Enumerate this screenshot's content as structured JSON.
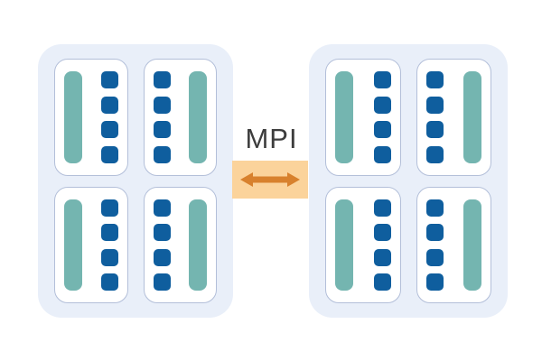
{
  "labels": {
    "mpi": "MPI"
  },
  "colors": {
    "page_bg": "#ffffff",
    "node_bg": "#e9eff9",
    "card_bg": "#ffffff",
    "card_border": "#b3bfd9",
    "accelerator_bar": "#74b5b0",
    "core_square": "#0f5e9e",
    "link_bg": "#fbd39b",
    "arrow": "#d8812d",
    "label_text": "#3d3d3d"
  },
  "icons": {
    "link_arrow": "bidirectional-horizontal-arrow"
  },
  "diagram": {
    "type": "hardware-topology",
    "interconnect_label": "MPI",
    "cores_per_card": 4,
    "nodes": [
      {
        "id": "left",
        "cards": [
          {
            "bar_side": "left"
          },
          {
            "bar_side": "right"
          },
          {
            "bar_side": "left"
          },
          {
            "bar_side": "right"
          }
        ]
      },
      {
        "id": "right",
        "cards": [
          {
            "bar_side": "left"
          },
          {
            "bar_side": "right"
          },
          {
            "bar_side": "left"
          },
          {
            "bar_side": "right"
          }
        ]
      }
    ]
  }
}
